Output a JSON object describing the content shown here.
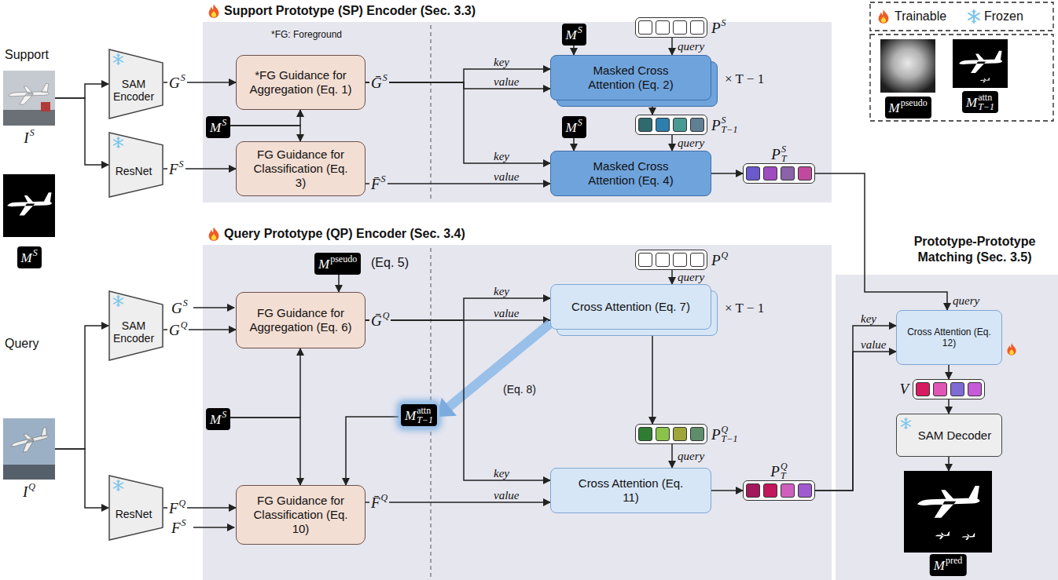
{
  "diagram": {
    "nodes": [
      {
        "text": [
          "Support Prototype (SP) Encoder (Sec. 3.3)"
        ]
      },
      {
        "text": [
          "Query Prototype (QP) Encoder (Sec. 3.4)"
        ]
      },
      {
        "text": [
          "Prototype-Prototype Matching (Sec. 3.5)"
        ]
      },
      {
        "text": [
          "I",
          "S"
        ]
      },
      {
        "text": [
          "M",
          "S"
        ]
      },
      {
        "text": [
          "I",
          "Q"
        ]
      },
      {
        "text": [
          "SAM Encoder"
        ]
      },
      {
        "text": [
          "ResNet"
        ]
      },
      {
        "text": [
          "SAM Encoder"
        ]
      },
      {
        "text": [
          "ResNet"
        ]
      },
      {
        "text": [
          "*FG Guidance for Aggregation (Eq. 1)"
        ],
        "in": 0
      },
      {
        "text": [
          "M",
          "S"
        ],
        "in": 0
      },
      {
        "text": [
          "FG Guidance for Classification (Eq. 3)"
        ],
        "in": 0
      },
      {
        "text": [
          "M",
          "S"
        ],
        "in": 0
      },
      {
        "text": [
          "P",
          "S"
        ],
        "in": 0
      },
      {
        "text": [
          "Masked Cross Attention (Eq. 2)"
        ],
        "in": 0
      },
      {
        "text": [
          "P",
          "S",
          "T−1"
        ],
        "in": 0
      },
      {
        "text": [
          "M",
          "S"
        ],
        "in": 0
      },
      {
        "text": [
          "Masked Cross Attention (Eq. 4)"
        ],
        "in": 0
      },
      {
        "text": [
          "P",
          "S",
          "T"
        ],
        "in": 0
      },
      {
        "text": [
          "M",
          "pseudo"
        ],
        "in": 1
      },
      {
        "text": [
          "FG Guidance for Aggregation (Eq. 6)"
        ],
        "in": 1
      },
      {
        "text": [
          "M",
          "S"
        ],
        "in": 1
      },
      {
        "text": [
          "M",
          "attn",
          "T−1"
        ],
        "in": 1
      },
      {
        "text": [
          "FG Guidance for Classification (Eq. 10)"
        ],
        "in": 1
      },
      {
        "text": [
          "P",
          "Q"
        ],
        "in": 1
      },
      {
        "text": [
          "Cross Attention (Eq. 7)"
        ],
        "in": 1
      },
      {
        "text": [
          "P",
          "Q",
          "T−1"
        ],
        "in": 1
      },
      {
        "text": [
          "Cross Attention (Eq. 11)"
        ],
        "in": 1
      },
      {
        "text": [
          "P",
          "Q",
          "T"
        ],
        "in": 1
      },
      {
        "text": [
          "Cross Attention (Eq. 12)"
        ],
        "in": 2
      },
      {
        "text": [
          "V"
        ],
        "in": 2
      },
      {
        "text": [
          "SAM Decoder"
        ],
        "in": 2
      },
      {
        "text": [
          "M",
          "pred"
        ],
        "in": 2
      },
      {
        "text": [
          "M",
          "pseudo"
        ]
      },
      {
        "text": [
          "M",
          "attn",
          "T−1"
        ]
      }
    ],
    "edges": [
      {
        "from": 3,
        "to": 6,
        "arrow": "to"
      },
      {
        "from": 3,
        "to": 7,
        "arrow": "to"
      },
      {
        "from": 5,
        "to": 8,
        "arrow": "to"
      },
      {
        "from": 5,
        "to": 9,
        "arrow": "to"
      },
      {
        "from": 6,
        "to": 10,
        "arrow": "to"
      },
      {
        "from": 7,
        "to": 12,
        "arrow": "to"
      },
      {
        "from": 11,
        "to": 10,
        "arrow": "to"
      },
      {
        "from": 11,
        "to": 12,
        "arrow": "to"
      },
      {
        "from": 13,
        "to": 15,
        "arrow": "to"
      },
      {
        "from": 14,
        "to": 15,
        "arrow": "to",
        "label": "query"
      },
      {
        "from": 10,
        "to": 15,
        "arrow": "to",
        "label": "key"
      },
      {
        "from": 10,
        "to": 15,
        "arrow": "to",
        "label": "value"
      },
      {
        "from": 15,
        "to": 16,
        "arrow": "to"
      },
      {
        "from": 16,
        "to": 18,
        "arrow": "to",
        "label": "query"
      },
      {
        "from": 17,
        "to": 18,
        "arrow": "to"
      },
      {
        "from": 10,
        "to": 18,
        "arrow": "to",
        "label": "key"
      },
      {
        "from": 12,
        "to": 18,
        "arrow": "to",
        "label": "value"
      },
      {
        "from": 18,
        "to": 19,
        "arrow": "to"
      },
      {
        "from": 19,
        "to": 30,
        "arrow": "to",
        "label": "query"
      },
      {
        "from": 20,
        "to": 21,
        "arrow": "to"
      },
      {
        "from": 8,
        "to": 21,
        "arrow": "to"
      },
      {
        "from": 22,
        "to": 21,
        "arrow": "to"
      },
      {
        "from": 22,
        "to": 24,
        "arrow": "to"
      },
      {
        "from": 23,
        "to": 24,
        "arrow": "to"
      },
      {
        "from": 9,
        "to": 24,
        "arrow": "to"
      },
      {
        "from": 25,
        "to": 26,
        "arrow": "to",
        "label": "query"
      },
      {
        "from": 21,
        "to": 26,
        "arrow": "to",
        "label": "key"
      },
      {
        "from": 21,
        "to": 26,
        "arrow": "to",
        "label": "value"
      },
      {
        "from": 26,
        "to": 27,
        "arrow": "to"
      },
      {
        "from": 26,
        "to": 23,
        "arrow": "to",
        "label": "(Eq. 8)"
      },
      {
        "from": 27,
        "to": 28,
        "arrow": "to",
        "label": "query"
      },
      {
        "from": 21,
        "to": 28,
        "arrow": "to",
        "label": "key"
      },
      {
        "from": 24,
        "to": 28,
        "arrow": "to",
        "label": "value"
      },
      {
        "from": 28,
        "to": 29,
        "arrow": "to"
      },
      {
        "from": 29,
        "to": 30,
        "arrow": "to",
        "label": "key"
      },
      {
        "from": 29,
        "to": 30,
        "arrow": "to",
        "label": "value"
      },
      {
        "from": 30,
        "to": 31,
        "arrow": "to"
      },
      {
        "from": 31,
        "to": 32,
        "arrow": "to"
      },
      {
        "from": 32,
        "to": 33,
        "arrow": "to"
      }
    ],
    "labels": [
      "Support",
      "Query",
      "*FG: Foreground",
      "G",
      "S",
      "Ḡ",
      "S",
      "F",
      "S",
      "F̄",
      "S",
      "× T − 1",
      "(Eq. 5)",
      "G",
      "S",
      "G",
      "Q",
      "Ḡ",
      "Q",
      "F",
      "Q",
      "F",
      "S",
      "F̄",
      "Q",
      "× T − 1"
    ],
    "legend": [
      {
        "text": "Trainable"
      },
      {
        "text": "Frozen"
      }
    ]
  }
}
